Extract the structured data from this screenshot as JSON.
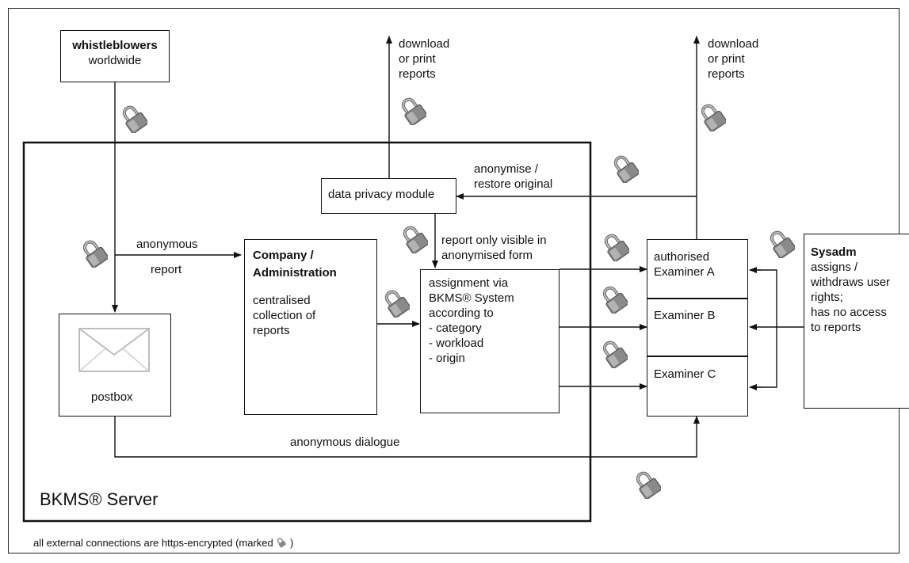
{
  "whistleblowers": {
    "title": "whistleblowers",
    "subtitle": "worldwide"
  },
  "download_left": "download\nor print\nreports",
  "download_right": "download\nor print\nreports",
  "anonymise": "anonymise /\nrestore original",
  "data_privacy": "data privacy module",
  "anon_report": {
    "line1": "anonymous",
    "line2": "report"
  },
  "report_visible": "report only visible in\nanonymised form",
  "company": {
    "title": "Company /\nAdministration",
    "body": "centralised\ncollection of\nreports"
  },
  "assignment": "assignment via\nBKMS® System\naccording to\n- category\n- workload\n- origin",
  "examiner_a": "authorised\nExaminer A",
  "examiner_b": "Examiner B",
  "examiner_c": "Examiner C",
  "sysadm": {
    "title": "Sysadm",
    "body": "assigns /\nwithdraws user\nrights;\nhas no access\nto reports"
  },
  "postbox": "postbox",
  "dialogue": "anonymous dialogue",
  "server": "BKMS® Server",
  "footer": "all external connections are https-encrypted (marked",
  "footer_end": ")",
  "icons": [
    "lock-icon",
    "envelope-icon",
    "small-lock-icon"
  ]
}
